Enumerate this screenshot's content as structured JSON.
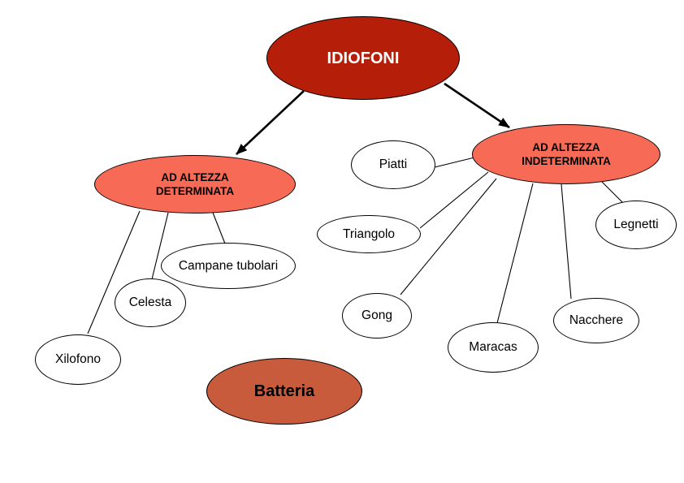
{
  "diagram": {
    "background_color": "#ffffff",
    "colors": {
      "root_fill": "#b51e08",
      "root_text": "#ffffff",
      "category_fill": "#f76a55",
      "category_text": "#000000",
      "leaf_fill": "#ffffff",
      "leaf_text": "#000000",
      "accent_fill": "#c75b3c",
      "connector_color": "#000000"
    },
    "nodes": {
      "idiofoni": {
        "label": "IDIOFONI"
      },
      "determinata": {
        "line1": "AD ALTEZZA",
        "line2": "DETERMINATA"
      },
      "indeterminata": {
        "line1": "AD ALTEZZA",
        "line2": "INDETERMINATA"
      },
      "piatti": {
        "label": "Piatti"
      },
      "triangolo": {
        "label": "Triangolo"
      },
      "gong": {
        "label": "Gong"
      },
      "maracas": {
        "label": "Maracas"
      },
      "nacchere": {
        "label": "Nacchere"
      },
      "legnetti": {
        "label": "Legnetti"
      },
      "campane": {
        "label": "Campane tubolari"
      },
      "celesta": {
        "label": "Celesta"
      },
      "xilofono": {
        "label": "Xilofono"
      },
      "batteria": {
        "label": "Batteria"
      }
    }
  }
}
